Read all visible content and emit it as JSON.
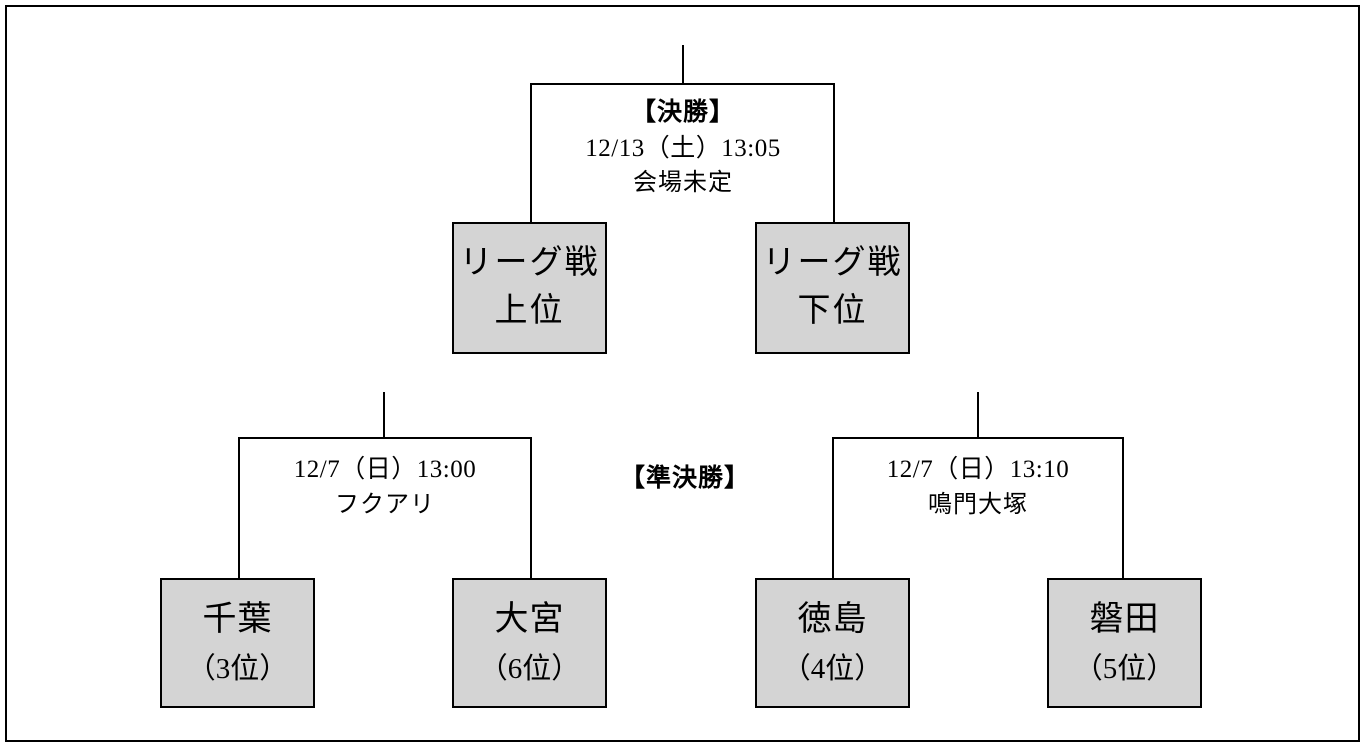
{
  "bracket": {
    "title_final": "【決勝】",
    "title_semifinal": "【準決勝】",
    "final": {
      "round": "【決勝】",
      "datetime": "12/13（土）13:05",
      "venue": "会場未定",
      "slots": [
        {
          "line1": "リーグ戦",
          "line2": "上位"
        },
        {
          "line1": "リーグ戦",
          "line2": "下位"
        }
      ]
    },
    "semifinals": [
      {
        "datetime": "12/7（日）13:00",
        "venue": "フクアリ",
        "teams": [
          {
            "name": "千葉",
            "rank": "（3位）"
          },
          {
            "name": "大宮",
            "rank": "（6位）"
          }
        ]
      },
      {
        "datetime": "12/7（日）13:10",
        "venue": "鳴門大塚",
        "teams": [
          {
            "name": "徳島",
            "rank": "（4位）"
          },
          {
            "name": "磐田",
            "rank": "（5位）"
          }
        ]
      }
    ]
  },
  "colors": {
    "box_fill": "#d4d4d4",
    "line": "#000000",
    "background": "#ffffff"
  }
}
